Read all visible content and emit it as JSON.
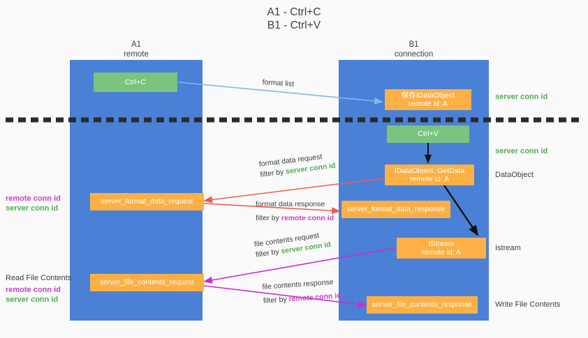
{
  "title": "A1 - Ctrl+C\nB1 - Ctrl+V",
  "colors": {
    "lane": "#4a80d6",
    "green_box": "#7ac47f",
    "orange_box": "#fcb045",
    "server_conn_id": "#4caf50",
    "remote_conn_id": "#c641c6",
    "arrow_red": "#f05a4f",
    "arrow_magenta": "#cc2bcc",
    "arrow_lightblue": "#8ab4e8",
    "arrow_black": "#111111",
    "background": "#fafafa"
  },
  "columns": [
    {
      "name": "A1",
      "sub": "remote"
    },
    {
      "name": "B1",
      "sub": "connection"
    }
  ],
  "boxes": {
    "ctrl_c": "Ctrl+C",
    "ctrl_v": "Ctrl+V",
    "save_idataobject_l1": "保存IDataObject",
    "save_idataobject_l2": "remote id: A",
    "getdata_l1": "IDataObject::GetData",
    "getdata_l2": "remote id: A",
    "istream_l1": "IStream",
    "istream_l2": "remote id: A",
    "server_format_data_request": "server_format_data_request",
    "server_format_data_response": "server_format_data_response",
    "server_file_contents_request": "server_file_contents_request",
    "server_file_contents_response": "server_file_contents_response"
  },
  "edge_labels": {
    "format_list": "format list",
    "format_data_request": "format data request",
    "format_data_request_filter_prefix": "filter by ",
    "format_data_request_filter_value": "server conn id",
    "format_data_response": "format data response",
    "format_data_response_filter_prefix": "filter by ",
    "format_data_response_filter_value": "remote conn id",
    "file_contents_request": "file contents request",
    "file_contents_request_filter_prefix": "filter by ",
    "file_contents_request_filter_value": "server conn id",
    "file_contents_response": "file contents response",
    "file_contents_response_filter_prefix": "filter by ",
    "file_contents_response_filter_value": "remote conn id"
  },
  "right_labels": {
    "server_conn_id_top": "server conn id",
    "server_conn_id_mid": "server conn id",
    "dataobject": "DataObject",
    "istream": "Istream",
    "write_file_contents": "Write File Contents"
  },
  "left_labels": {
    "format_remote": "remote conn id",
    "format_server": "server conn id",
    "read_file_contents": "Read File Contents",
    "file_remote": "remote conn id",
    "file_server": "server conn id"
  }
}
